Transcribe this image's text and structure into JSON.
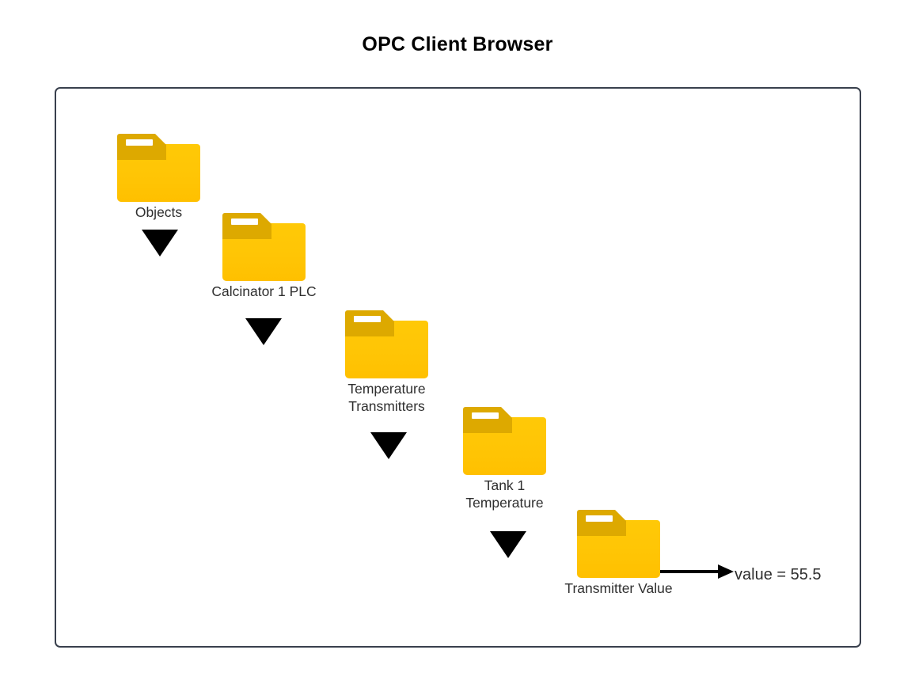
{
  "page": {
    "title": "OPC Client Browser",
    "background_color": "#ffffff"
  },
  "panel": {
    "border_color": "#39404d",
    "background_color": "#ffffff"
  },
  "colors": {
    "folder_body": "#ffc505",
    "folder_tab": "#dda900",
    "folder_slot": "#ffffff",
    "arrow": "#000000",
    "label_text": "#2f2f2f",
    "title_text": "#000000"
  },
  "tree": {
    "nodes": [
      {
        "id": "objects",
        "label": "Objects",
        "icon": "folder-icon"
      },
      {
        "id": "calcinator-1-plc",
        "label": "Calcinator 1 PLC",
        "icon": "folder-icon"
      },
      {
        "id": "temperature-transmitters",
        "label": "Temperature\nTransmitters",
        "icon": "folder-icon"
      },
      {
        "id": "tank-1-temperature",
        "label": "Tank 1\nTemperature",
        "icon": "folder-icon"
      },
      {
        "id": "transmitter-value",
        "label": "Transmitter Value",
        "icon": "folder-icon"
      }
    ],
    "connectors": [
      {
        "id": "objects-to-calcinator",
        "icon": "triangle-down-icon"
      },
      {
        "id": "calcinator-to-temperature-transmitters",
        "icon": "triangle-down-icon"
      },
      {
        "id": "temperature-transmitters-to-tank",
        "icon": "triangle-down-icon"
      },
      {
        "id": "tank-to-transmitter-value",
        "icon": "triangle-down-icon"
      }
    ]
  },
  "value_readout": {
    "text": "value = 55.5",
    "arrow_icon": "arrow-right-icon"
  }
}
